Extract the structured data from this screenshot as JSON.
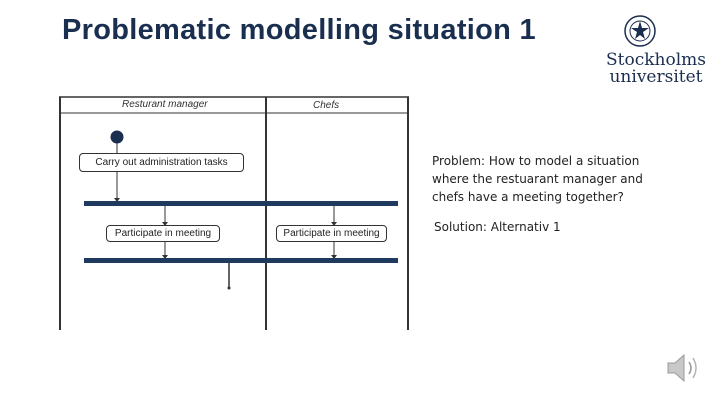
{
  "slide": {
    "title": "Problematic modelling situation 1",
    "logo_line1": "Stockholms",
    "logo_line2": "universitet",
    "logo_icon": "university-seal-icon"
  },
  "diagram": {
    "lanes": [
      {
        "label": "Resturant manager"
      },
      {
        "label": "Chefs"
      }
    ],
    "activities": {
      "admin_tasks": "Carry out administration tasks",
      "manager_meeting": "Participate in meeting",
      "chefs_meeting": "Participate in meeting"
    }
  },
  "notes": {
    "problem": "Problem: How to model a situation where the restuarant manager and chefs have a meeting together?",
    "solution": "Solution: Alternativ 1"
  },
  "icons": {
    "audio": "speaker-icon"
  },
  "colors": {
    "title": "#1a2e4f",
    "bars": "#1f3a5f"
  }
}
